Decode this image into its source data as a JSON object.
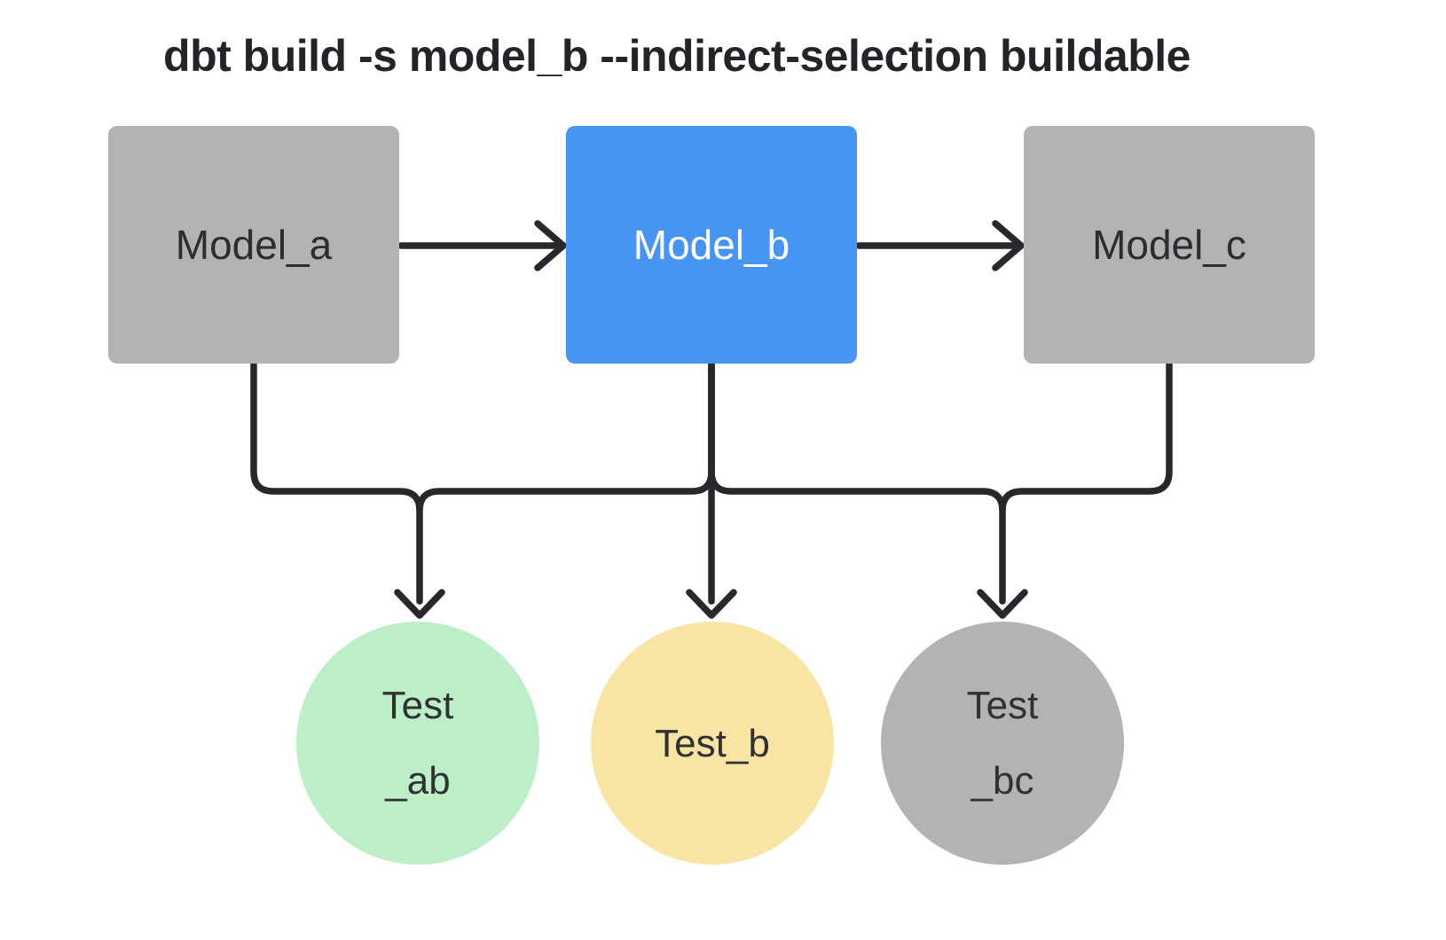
{
  "title": "dbt build -s model_b --indirect-selection buildable",
  "models": [
    {
      "id": "model_a",
      "label": "Model_a",
      "state": "unselected"
    },
    {
      "id": "model_b",
      "label": "Model_b",
      "state": "selected"
    },
    {
      "id": "model_c",
      "label": "Model_c",
      "state": "unselected"
    }
  ],
  "tests": [
    {
      "id": "test_ab",
      "line1": "Test",
      "line2": "_ab",
      "state": "green"
    },
    {
      "id": "test_b",
      "line1": "Test_b",
      "line2": "",
      "state": "yellow"
    },
    {
      "id": "test_bc",
      "line1": "Test",
      "line2": "_bc",
      "state": "gray"
    }
  ],
  "edges": [
    {
      "from": "model_a",
      "to": "model_b"
    },
    {
      "from": "model_b",
      "to": "model_c"
    },
    {
      "from": "model_a",
      "to": "test_ab"
    },
    {
      "from": "model_b",
      "to": "test_ab"
    },
    {
      "from": "model_b",
      "to": "test_b"
    },
    {
      "from": "model_b",
      "to": "test_bc"
    },
    {
      "from": "model_c",
      "to": "test_bc"
    }
  ],
  "colors": {
    "selected_blue": "#4795f2",
    "unselected_gray": "#b3b3b4",
    "test_green": "#bceec8",
    "test_yellow": "#f8e5a3",
    "edge_line": "#28282c",
    "title_text": "#222428",
    "background": "#ffffff"
  }
}
